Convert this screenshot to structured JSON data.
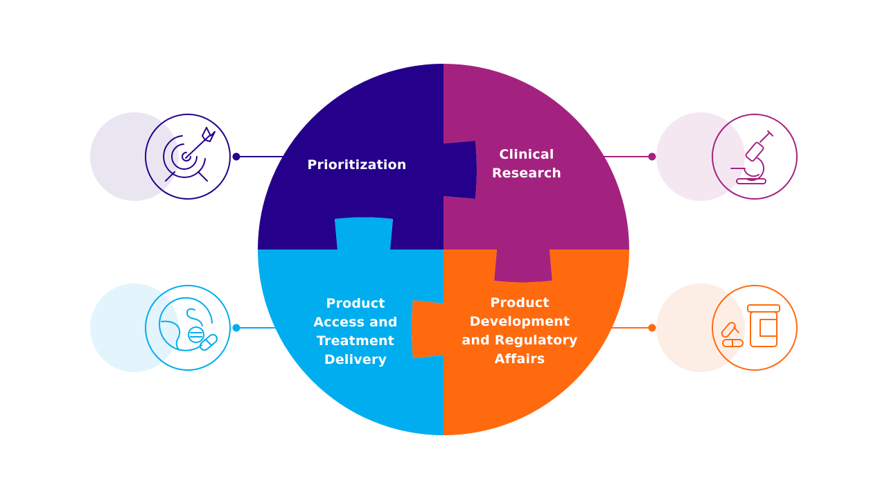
{
  "diagram": {
    "pieces": [
      {
        "id": "prioritization",
        "label": "Prioritization",
        "color": "#25008b",
        "icon": "target-arrow-icon",
        "tint": "#e9e6f2"
      },
      {
        "id": "clinical-research",
        "label": "Clinical\nResearch",
        "color": "#a4227f",
        "icon": "microscope-icon",
        "tint": "#f5e7f1"
      },
      {
        "id": "product-access",
        "label": "Product\nAccess and\nTreatment\nDelivery",
        "color": "#00adee",
        "icon": "globe-pills-icon",
        "tint": "#e4f4fc"
      },
      {
        "id": "product-development",
        "label": "Product\nDevelopment\nand Regulatory\nAffairs",
        "color": "#ff6a0f",
        "icon": "pill-bottle-icon",
        "tint": "#fdeee5"
      }
    ]
  }
}
